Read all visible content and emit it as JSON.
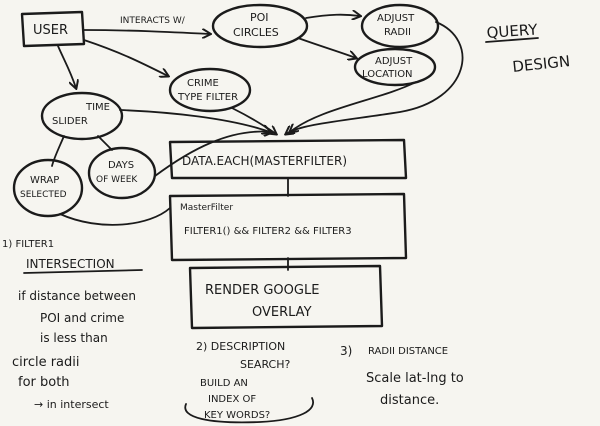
{
  "title": {
    "line1": "QUERY",
    "line2": "DESIGN"
  },
  "nodes": {
    "user": "USER",
    "interacts": "INTERACTS W/",
    "poi1": "POI",
    "poi2": "CIRCLES",
    "radii1": "ADJUST",
    "radii2": "RADII",
    "loc1": "ADJUST",
    "loc2": "LOCATION",
    "crime1": "CRIME",
    "crime2": "TYPE FILTER",
    "time1": "TIME",
    "time2": "SLIDER",
    "wrap1": "WRAP",
    "wrap2": "SELECTED",
    "days1": "DAYS",
    "days2": "OF WEEK",
    "data": "DATA.EACH(MASTERFILTER)",
    "master1": "MasterFilter",
    "master2": "FILTER1() && FILTER2 && FILTER3",
    "render1": "RENDER GOOGLE",
    "render2": "OVERLAY"
  },
  "notes": {
    "n1_label": "1) FILTER1",
    "n1_title": "INTERSECTION",
    "n1_line1": "if  distance between",
    "n1_line2": "POI and crime",
    "n1_line3": "is less than",
    "n1_line4": "circle radii",
    "n1_line5": "for both",
    "n1_line6": "→ in intersect",
    "n2_line1": "2) DESCRIPTION",
    "n2_line2": "SEARCH?",
    "n2_line3": "BUILD AN",
    "n2_line4": "INDEX OF",
    "n2_line5": "KEY WORDS?",
    "n3_line1": "3)",
    "n3_line2": "RADII DISTANCE",
    "n3_line3": "Scale lat-lng to",
    "n3_line4": "distance."
  }
}
